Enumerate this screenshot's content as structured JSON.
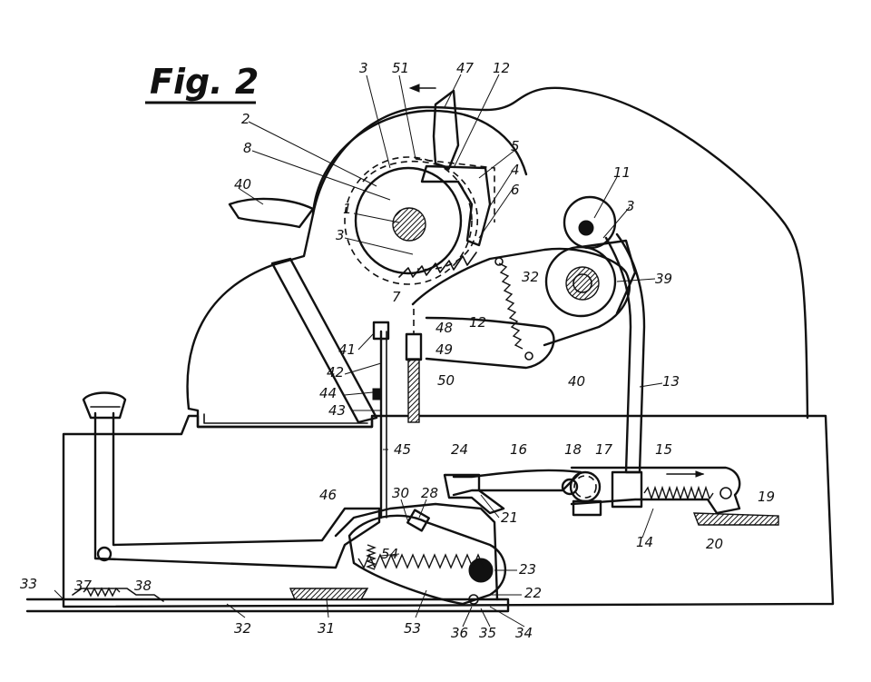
{
  "figure": {
    "title": "Fig. 2"
  },
  "arrow_direction": "left",
  "references": [
    {
      "id": "r1",
      "text": "1"
    },
    {
      "id": "r2",
      "text": "2"
    },
    {
      "id": "r3a",
      "text": "3"
    },
    {
      "id": "r3b",
      "text": "3"
    },
    {
      "id": "r3c",
      "text": "3"
    },
    {
      "id": "r4",
      "text": "4"
    },
    {
      "id": "r5",
      "text": "5"
    },
    {
      "id": "r6",
      "text": "6"
    },
    {
      "id": "r7",
      "text": "7"
    },
    {
      "id": "r8",
      "text": "8"
    },
    {
      "id": "r11",
      "text": "11"
    },
    {
      "id": "r12a",
      "text": "12"
    },
    {
      "id": "r12b",
      "text": "12"
    },
    {
      "id": "r13",
      "text": "13"
    },
    {
      "id": "r14",
      "text": "14"
    },
    {
      "id": "r15",
      "text": "15"
    },
    {
      "id": "r16",
      "text": "16"
    },
    {
      "id": "r17",
      "text": "17"
    },
    {
      "id": "r18",
      "text": "18"
    },
    {
      "id": "r19",
      "text": "19"
    },
    {
      "id": "r20",
      "text": "20"
    },
    {
      "id": "r21",
      "text": "21"
    },
    {
      "id": "r22",
      "text": "22"
    },
    {
      "id": "r23",
      "text": "23"
    },
    {
      "id": "r24",
      "text": "24"
    },
    {
      "id": "r28",
      "text": "28"
    },
    {
      "id": "r30",
      "text": "30"
    },
    {
      "id": "r31",
      "text": "31"
    },
    {
      "id": "r32a",
      "text": "32"
    },
    {
      "id": "r32b",
      "text": "32"
    },
    {
      "id": "r33",
      "text": "33"
    },
    {
      "id": "r34",
      "text": "34"
    },
    {
      "id": "r35",
      "text": "35"
    },
    {
      "id": "r36",
      "text": "36"
    },
    {
      "id": "r37",
      "text": "37"
    },
    {
      "id": "r38",
      "text": "38"
    },
    {
      "id": "r39",
      "text": "39"
    },
    {
      "id": "r40a",
      "text": "40"
    },
    {
      "id": "r40b",
      "text": "40"
    },
    {
      "id": "r41",
      "text": "41"
    },
    {
      "id": "r42",
      "text": "42"
    },
    {
      "id": "r43",
      "text": "43"
    },
    {
      "id": "r44",
      "text": "44"
    },
    {
      "id": "r45",
      "text": "45"
    },
    {
      "id": "r46",
      "text": "46"
    },
    {
      "id": "r47",
      "text": "47"
    },
    {
      "id": "r48",
      "text": "48"
    },
    {
      "id": "r49",
      "text": "49"
    },
    {
      "id": "r50",
      "text": "50"
    },
    {
      "id": "r51",
      "text": "51"
    },
    {
      "id": "r53",
      "text": "53"
    },
    {
      "id": "r54",
      "text": "54"
    }
  ]
}
